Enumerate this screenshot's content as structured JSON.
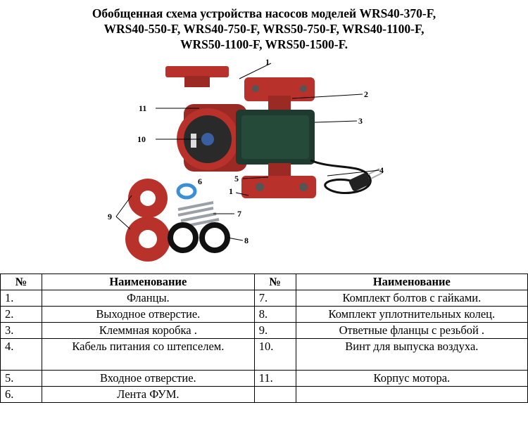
{
  "title": {
    "line1": "Обобщенная схема устройства насосов моделей WRS40-370-F,",
    "line2": "WRS40-550-F, WRS40-750-F, WRS50-750-F, WRS40-1100-F,",
    "line3": "WRS50-1100-F, WRS50-1500-F."
  },
  "figure": {
    "callouts": [
      "1",
      "2",
      "3",
      "4",
      "5",
      "1",
      "7",
      "8",
      "9",
      "10",
      "11",
      "6"
    ],
    "colors": {
      "pump_body": "#b8322b",
      "terminal_box": "#1f3b2f",
      "motor": "#2a2a2a",
      "gasket": "#111111",
      "tape": "#3a8fd6",
      "bolts": "#9aa0a6"
    }
  },
  "table": {
    "header": {
      "num": "№",
      "name": "Наименование"
    },
    "rows": [
      {
        "n1": "1.",
        "name1": "Фланцы.",
        "n2": "7.",
        "name2": "Комплект болтов с гайками."
      },
      {
        "n1": "2.",
        "name1": "Выходное отверстие.",
        "n2": "8.",
        "name2": "Комплект уплотнительных колец."
      },
      {
        "n1": "3.",
        "name1": "Клеммная коробка .",
        "n2": "9.",
        "name2": "Ответные фланцы с резьбой ."
      },
      {
        "n1": "4.",
        "name1": "Кабель питания со штепселем.",
        "n2": "10.",
        "name2": "Винт для выпуска воздуха."
      },
      {
        "n1": "5.",
        "name1": "Входное отверстие.",
        "n2": "11.",
        "name2": "Корпус мотора."
      },
      {
        "n1": "6.",
        "name1": "Лента ФУМ.",
        "n2": "",
        "name2": ""
      }
    ]
  }
}
